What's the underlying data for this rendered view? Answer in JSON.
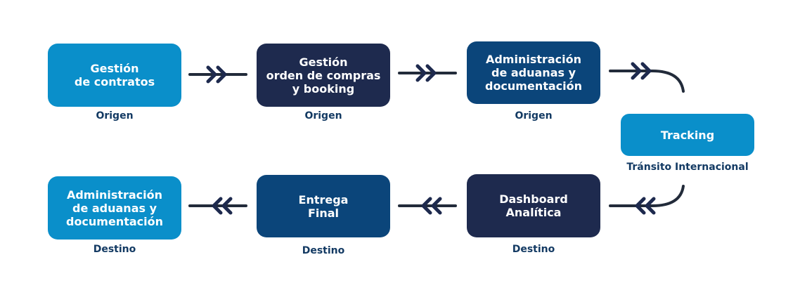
{
  "colors": {
    "light_blue": "#0a8fca",
    "navy": "#1e2a4e",
    "mid_blue": "#0b457a",
    "label_text": "#133a63",
    "connector_line": "#222b3a",
    "arrow_chevrons": "#1e2a4e"
  },
  "steps": {
    "contratos": {
      "text": "Gestión\nde contratos",
      "label": "Origen"
    },
    "compras": {
      "text": "Gestión\norden de compras\ny booking",
      "label": "Origen"
    },
    "aduanas_origen": {
      "text": "Administración\nde aduanas y\ndocumentación",
      "label": "Origen"
    },
    "tracking": {
      "text": "Tracking",
      "label": "Tránsito Internacional"
    },
    "dashboard": {
      "text": "Dashboard\nAnalítica",
      "label": "Destino"
    },
    "entrega": {
      "text": "Entrega\nFinal",
      "label": "Destino"
    },
    "aduanas_destino": {
      "text": "Administración\nde aduanas y\ndocumentación",
      "label": "Destino"
    }
  },
  "connector_icons": [
    "double-chevron-right-icon",
    "double-chevron-left-icon"
  ]
}
